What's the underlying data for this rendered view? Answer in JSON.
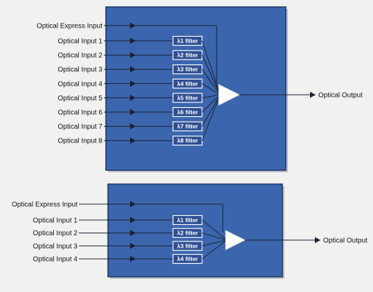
{
  "top": {
    "express_label": "Optical Express Input",
    "inputs": [
      "Optical Input 1",
      "Optical Input 2",
      "Optical Input 3",
      "Optical Input 4",
      "Optical Input 5",
      "Optical Input 6",
      "Optical Input 7",
      "Optical Input 8"
    ],
    "filters": [
      "λ1 filter",
      "λ2 filter",
      "λ3 filter",
      "λ4 filter",
      "λ5 filter",
      "λ6 filter",
      "λ7 filter",
      "λ8 filter"
    ],
    "output_label": "Optical Output"
  },
  "bottom": {
    "express_label": "Optical Express Input",
    "inputs": [
      "Optical Input 1",
      "Optical Input 2",
      "Optical Input 3",
      "Optical Input 4"
    ],
    "filters": [
      "λ1 filter",
      "λ2 filter",
      "λ3 filter",
      "λ4 filter"
    ],
    "output_label": "Optical Output"
  },
  "colors": {
    "panel": "#3b66ad",
    "panel_border": "#1d3468",
    "line": "#1b2030",
    "filter_box": "#2e4f93",
    "amplifier": "#ffffff",
    "background": "#f1f1f0"
  }
}
